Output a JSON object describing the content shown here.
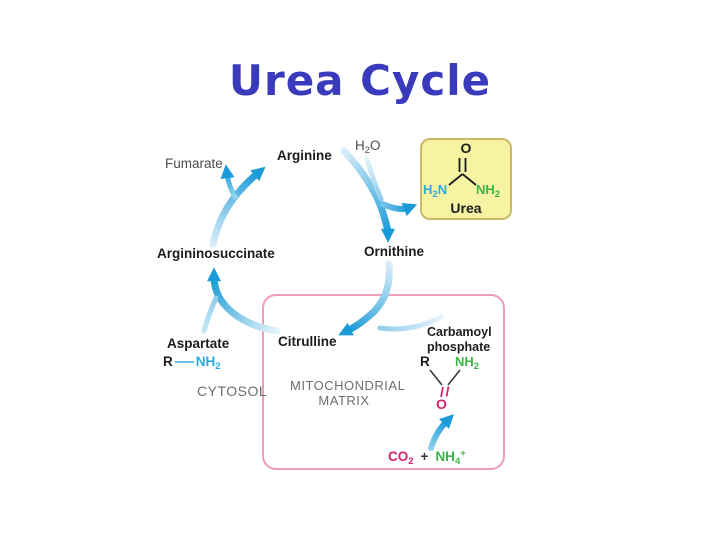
{
  "title": "Urea Cycle",
  "colors": {
    "title_blue": "#3a3abc",
    "arrow_blue": "#1a9bd7",
    "cyan": "#29abe2",
    "green": "#39b54a",
    "magenta": "#d6246e",
    "pink_box_border": "#ef9cba",
    "urea_box_fill": "#f6f3a3",
    "urea_box_border": "#c9ba6b"
  },
  "labels": {
    "fumarate": "Fumarate",
    "arginine": "Arginine",
    "argininosuccinate": "Argininosuccinate",
    "ornithine": "Ornithine",
    "aspartate": "Aspartate",
    "citrulline": "Citrulline",
    "cytosol": "CYTOSOL",
    "mitochondrial_line1": "MITOCHONDRIAL",
    "mitochondrial_line2": "MATRIX"
  },
  "water": {
    "h": "H",
    "sub": "2",
    "o": "O"
  },
  "urea_box": {
    "oxygen": "O",
    "h2n_pre": "H",
    "h2n_sub": "2",
    "h2n_post": "N",
    "nh2_pre": "NH",
    "nh2_sub": "2",
    "caption": "Urea"
  },
  "aspartate_amine": {
    "r": "R",
    "nh": "NH",
    "sub": "2"
  },
  "carbamoyl": {
    "name_line1": "Carbamoyl",
    "name_line2": "phosphate",
    "r": "R",
    "nh": "NH",
    "nh_sub": "2",
    "oxygen": "O"
  },
  "substrates": {
    "co": "CO",
    "co_sub": "2",
    "plus": "+",
    "nh": "NH",
    "nh_sub": "4",
    "nh_sup": "+"
  }
}
